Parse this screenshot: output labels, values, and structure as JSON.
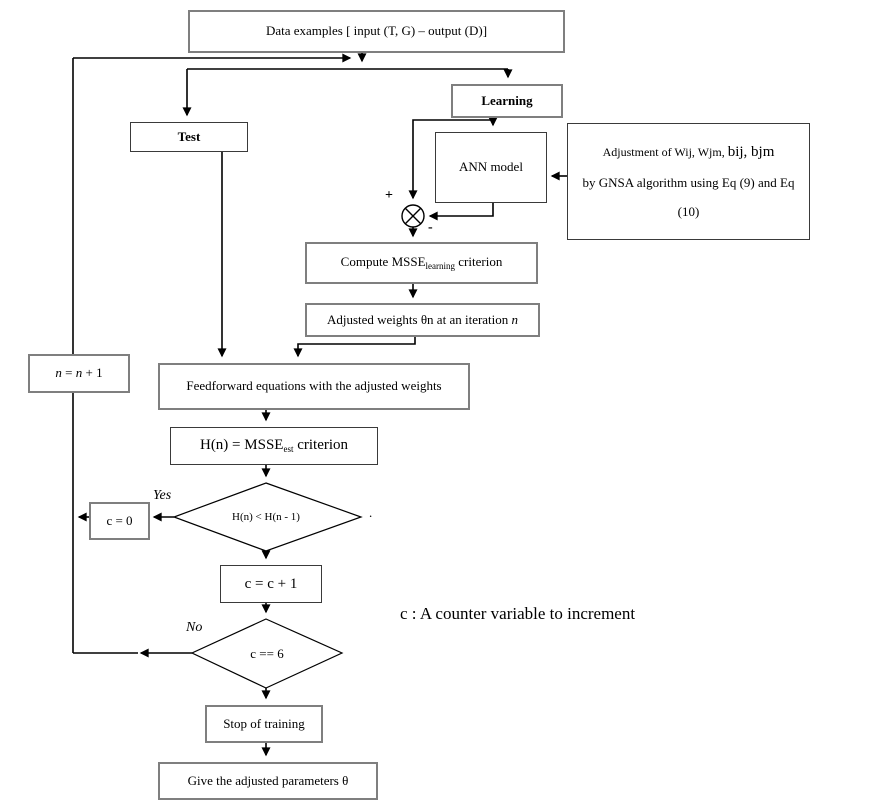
{
  "flowchart": {
    "nodes": {
      "data_examples": {
        "label": "Data examples [ input (T, G) – output (D)]"
      },
      "learning": {
        "label": "Learning"
      },
      "test": {
        "label": "Test"
      },
      "ann_model": {
        "label": "ANN model"
      },
      "adjustment": {
        "line1_prefix": "Adjustment of  ",
        "line1_weights": "Wij, Wjm, ",
        "line1_biases": "bij, bjm",
        "line2": "by GNSA algorithm using Eq (9) and Eq",
        "line3": "(10)"
      },
      "compute_msse": {
        "prefix": "Compute MSSE",
        "subscript": "learning",
        "suffix": " criterion"
      },
      "adjusted_weights": {
        "prefix": "Adjusted weights θn at an iteration ",
        "italic_n": "n"
      },
      "feedforward": {
        "label": "Feedforward equations with the adjusted weights"
      },
      "h_criterion": {
        "prefix": "H(n) = MSSE",
        "subscript": "est",
        "suffix": "  criterion"
      },
      "decision_h": {
        "label": "H(n) < H(n - 1)"
      },
      "c_zero": {
        "label": "c = 0"
      },
      "c_increment": {
        "label": "c = c + 1"
      },
      "decision_c": {
        "label": "c == 6"
      },
      "stop_training": {
        "label": "Stop of training"
      },
      "give_parameters": {
        "label": "Give the adjusted parameters θ"
      },
      "n_increment": {
        "var1": "n",
        "eq": " = ",
        "var2": "n",
        "rest": " + 1"
      }
    },
    "edge_labels": {
      "yes": "Yes",
      "no": "No",
      "plus": "+",
      "minus": "-",
      "dot": "."
    },
    "annotation": "c : A counter variable to increment",
    "colors": {
      "line": "#000000",
      "box_border": "#7f7f7f",
      "background": "#ffffff",
      "text": "#000000"
    }
  }
}
